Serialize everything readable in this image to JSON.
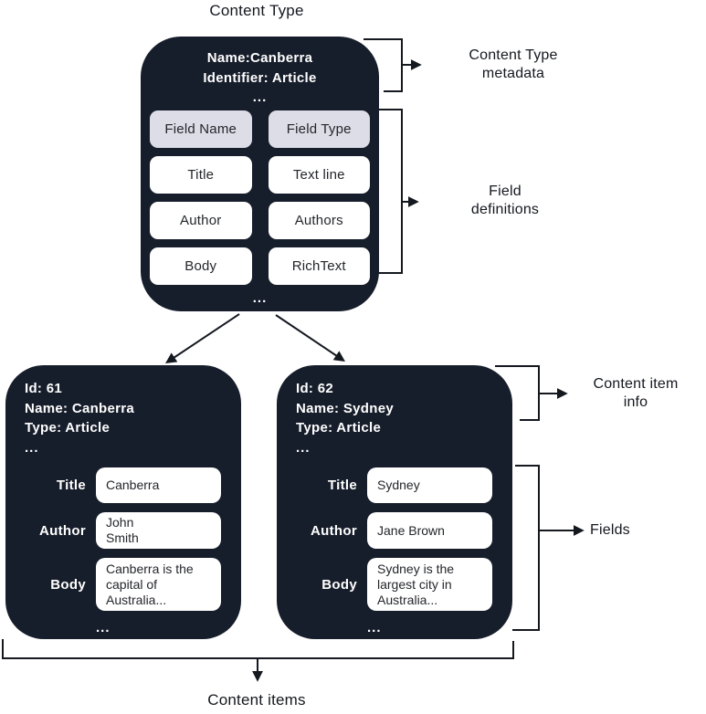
{
  "title": "Content Type",
  "content_type": {
    "name_line": "Name:Canberra",
    "identifier_line": "Identifier: Article",
    "ellipsis": "...",
    "table": {
      "headers": [
        "Field Name",
        "Field Type"
      ],
      "rows": [
        [
          "Title",
          "Text line"
        ],
        [
          "Author",
          "Authors"
        ],
        [
          "Body",
          "RichText"
        ]
      ]
    },
    "footer_ellipsis": "..."
  },
  "annotations": {
    "metadata_label": "Content Type\nmetadata",
    "field_definitions_label": "Field\ndefinitions",
    "content_item_info_label": "Content item\ninfo",
    "fields_label": "Fields",
    "content_items_label": "Content items"
  },
  "items": [
    {
      "id_line": "Id: 61",
      "name_line": "Name: Canberra",
      "type_line": "Type: Article",
      "ellipsis": "...",
      "fields": [
        {
          "label": "Title",
          "value": "Canberra"
        },
        {
          "label": "Author",
          "value": "John\nSmith"
        },
        {
          "label": "Body",
          "value": "Canberra is the\ncapital of\nAustralia..."
        }
      ],
      "footer_ellipsis": "..."
    },
    {
      "id_line": "Id: 62",
      "name_line": "Name: Sydney",
      "type_line": "Type: Article",
      "ellipsis": "...",
      "fields": [
        {
          "label": "Title",
          "value": "Sydney"
        },
        {
          "label": "Author",
          "value": "Jane Brown"
        },
        {
          "label": "Body",
          "value": "Sydney is the\nlargest city in\nAustralia..."
        }
      ],
      "footer_ellipsis": "..."
    }
  ],
  "colors": {
    "box_background": "#171E2B",
    "header_pill_background": "#dcdde6",
    "pill_background": "#ffffff",
    "text_on_dark": "#ffffff",
    "text_dark": "#24262b",
    "line_color": "#14181f"
  }
}
